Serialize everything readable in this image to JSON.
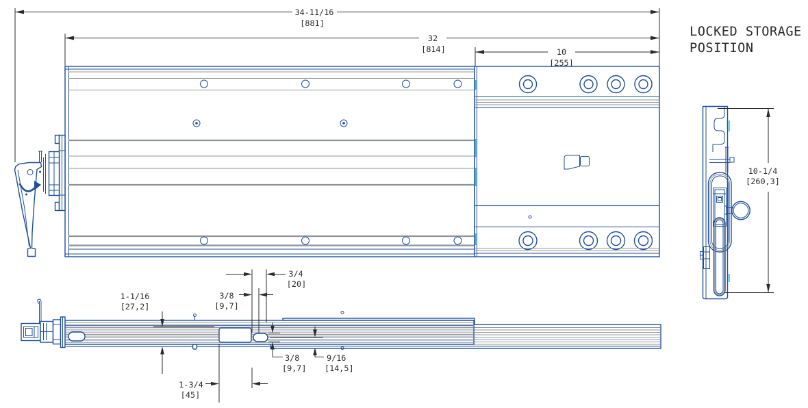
{
  "title": {
    "line1": "LOCKED STORAGE",
    "line2": "POSITION"
  },
  "dims": {
    "overall": {
      "in": "34-11/16",
      "mm": "[881]"
    },
    "extended": {
      "in": "32",
      "mm": "[814]"
    },
    "rail": {
      "in": "10",
      "mm": "[255]"
    },
    "height": {
      "in": "10-1/4",
      "mm": "[260,3]"
    },
    "lever": {
      "in": "1-1/16",
      "mm": "[27,2]"
    },
    "slot_len": {
      "in": "3/4",
      "mm": "[20]"
    },
    "slot_inset": {
      "in": "3/8",
      "mm": "[9,7]"
    },
    "slot_wid": {
      "in": "3/8",
      "mm": "[9,7]"
    },
    "edge": {
      "in": "9/16",
      "mm": "[14,5]"
    },
    "detent": {
      "in": "1-3/4",
      "mm": "[45]"
    }
  },
  "colors": {
    "line_blue": "#1e4f99",
    "line_gray": "#8f9398",
    "highlight_cyan": "#18c6f2",
    "dimension_black": "#2b2b2b",
    "background": "#ffffff"
  }
}
